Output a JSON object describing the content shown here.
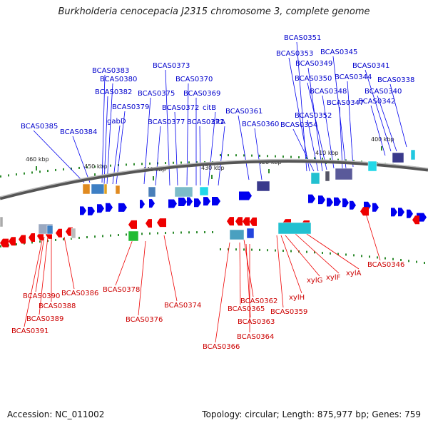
{
  "title": "Burkholderia cenocepacia J2315 chromosome 3, complete genome",
  "footer": {
    "accession": "Accession: NC_011002",
    "summary": "Topology: circular; Length: 875,977 bp; Genes: 759"
  },
  "colors": {
    "forward": "#0000ee",
    "reverse": "#ee0000",
    "backbone": "#888888",
    "tick": "#2e8b2e"
  },
  "scale_labels": [
    "460 kbp",
    "450 kbp",
    "440 kbp",
    "430 kbp",
    "420 kbp",
    "410 kbp",
    "400 kbp"
  ],
  "forward_labels": [
    "BCAS0351",
    "BCAS0353",
    "BCAS0345",
    "BCAS0349",
    "BCAS0341",
    "BCAS0383",
    "BCAS0373",
    "BCAS0350",
    "BCAS0344",
    "BCAS0338",
    "BCAS0380",
    "BCAS0370",
    "BCAS0348",
    "BCAS0340",
    "BCAS0382",
    "BCAS0375",
    "BCAS0369",
    "BCAS0347",
    "BCAS0342",
    "BCAS0379",
    "BCAS0372",
    "citB",
    "BCAS0361",
    "BCAS0352",
    "gabD",
    "BCAS0377",
    "BCAS0371",
    "citA",
    "BCAS0360",
    "BCAS0354",
    "BCAS0385",
    "BCAS0384"
  ],
  "reverse_labels": [
    "BCAS0346",
    "xylA",
    "xylF",
    "xylG",
    "BCAS0378",
    "BCAS0374",
    "xylH",
    "BCAS0390",
    "BCAS0386",
    "BCAS0362",
    "BCAS0388",
    "BCAS0365",
    "BCAS0359",
    "BCAS0389",
    "BCAS0376",
    "BCAS0363",
    "BCAS0391",
    "BCAS0364",
    "BCAS0366"
  ]
}
